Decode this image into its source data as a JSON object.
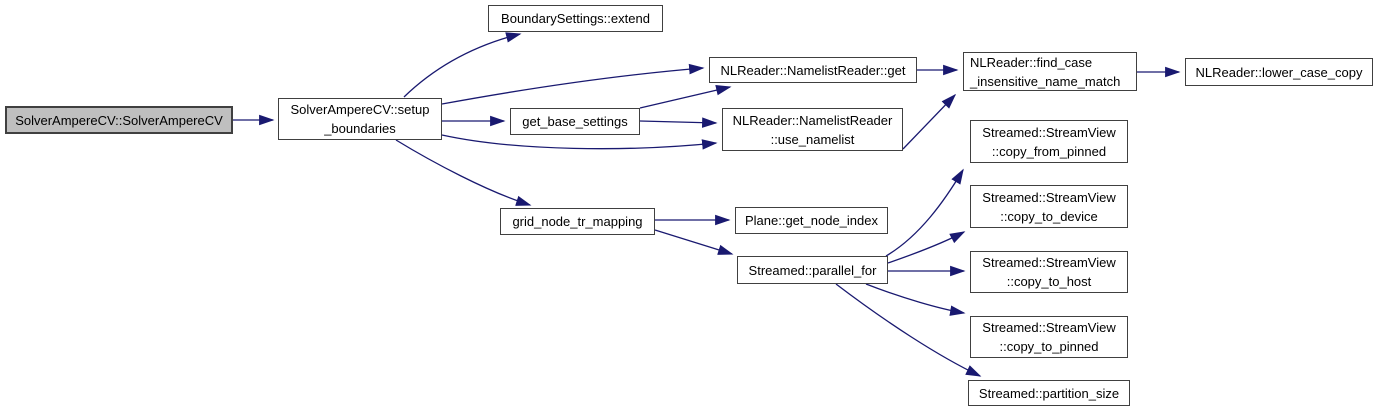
{
  "diagram": {
    "type": "call-graph",
    "colors": {
      "edge_color": "#191970",
      "border_color": "#404040",
      "node_fill": "#ffffff",
      "highlight_fill": "#bfbfbf",
      "text_color": "#000000",
      "bg_color": "#ffffff"
    },
    "nodes": {
      "solver_ctor": {
        "label": "SolverAmpereCV::SolverAmpereCV",
        "highlighted": true
      },
      "setup_boundaries": {
        "label": "SolverAmpereCV::setup\n_boundaries"
      },
      "boundary_extend": {
        "label": "BoundarySettings::extend"
      },
      "namelist_get": {
        "label": "NLReader::NamelistReader::get"
      },
      "get_base_settings": {
        "label": "get_base_settings"
      },
      "use_namelist": {
        "label": "NLReader::NamelistReader\n::use_namelist"
      },
      "find_case": {
        "label": "NLReader::find_case\n_insensitive_name_match"
      },
      "lower_case_copy": {
        "label": "NLReader::lower_case_copy"
      },
      "grid_node_tr": {
        "label": "grid_node_tr_mapping"
      },
      "get_node_index": {
        "label": "Plane::get_node_index"
      },
      "parallel_for": {
        "label": "Streamed::parallel_for"
      },
      "copy_from_pinned": {
        "label": "Streamed::StreamView\n::copy_from_pinned"
      },
      "copy_to_device": {
        "label": "Streamed::StreamView\n::copy_to_device"
      },
      "copy_to_host": {
        "label": "Streamed::StreamView\n::copy_to_host"
      },
      "copy_to_pinned": {
        "label": "Streamed::StreamView\n::copy_to_pinned"
      },
      "partition_size": {
        "label": "Streamed::partition_size"
      }
    },
    "edges": [
      {
        "from": "solver_ctor",
        "to": "setup_boundaries"
      },
      {
        "from": "setup_boundaries",
        "to": "boundary_extend"
      },
      {
        "from": "setup_boundaries",
        "to": "namelist_get"
      },
      {
        "from": "setup_boundaries",
        "to": "get_base_settings"
      },
      {
        "from": "setup_boundaries",
        "to": "use_namelist"
      },
      {
        "from": "setup_boundaries",
        "to": "grid_node_tr"
      },
      {
        "from": "get_base_settings",
        "to": "namelist_get"
      },
      {
        "from": "get_base_settings",
        "to": "use_namelist"
      },
      {
        "from": "namelist_get",
        "to": "find_case"
      },
      {
        "from": "use_namelist",
        "to": "find_case"
      },
      {
        "from": "find_case",
        "to": "lower_case_copy"
      },
      {
        "from": "grid_node_tr",
        "to": "get_node_index"
      },
      {
        "from": "grid_node_tr",
        "to": "parallel_for"
      },
      {
        "from": "parallel_for",
        "to": "copy_from_pinned"
      },
      {
        "from": "parallel_for",
        "to": "copy_to_device"
      },
      {
        "from": "parallel_for",
        "to": "copy_to_host"
      },
      {
        "from": "parallel_for",
        "to": "copy_to_pinned"
      },
      {
        "from": "parallel_for",
        "to": "partition_size"
      }
    ]
  }
}
